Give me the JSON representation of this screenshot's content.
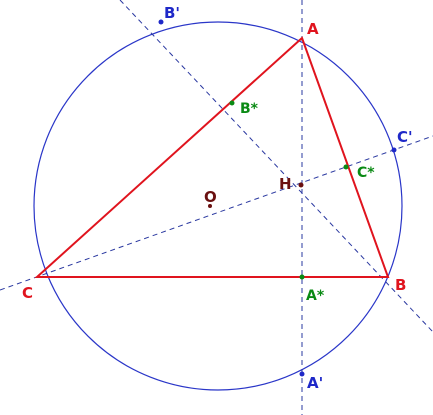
{
  "colors": {
    "circle": "#2a36c8",
    "triangle": "#e0141e",
    "vertex_label": "#e0141e",
    "reflected_label": "#1e28c8",
    "foot_label": "#0a8a14",
    "center_label": "#6a1010",
    "dashed_line": "#2a38a0"
  },
  "labels": {
    "A": "A",
    "B": "B",
    "C": "C",
    "A_prime": "A'",
    "B_prime": "B'",
    "C_prime": "C'",
    "A_star": "A*",
    "B_star": "B*",
    "C_star": "C*",
    "H": "H",
    "O": "O"
  }
}
